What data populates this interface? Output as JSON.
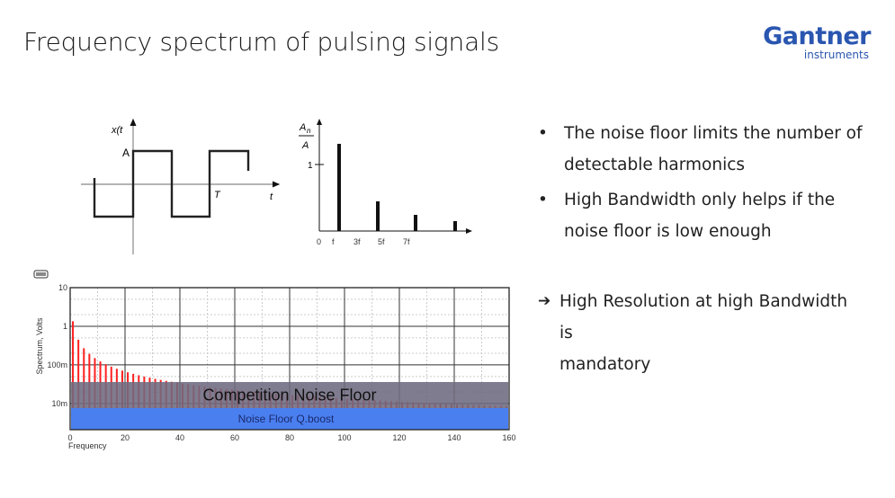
{
  "slide": {
    "title": "Frequency spectrum of pulsing signals",
    "logo": {
      "brand": "Gantner",
      "sub": "instruments",
      "color": "#2a56b0"
    }
  },
  "bullets": [
    {
      "marker": "•",
      "lines": [
        "The noise floor limits the number of",
        "detectable harmonics"
      ]
    },
    {
      "marker": "•",
      "lines": [
        "High Bandwidth only helps if the",
        "noise floor is low enough"
      ]
    }
  ],
  "conclusion": {
    "marker": "➔",
    "lines": [
      "High Resolution at high Bandwidth is",
      "mandatory"
    ]
  },
  "square_wave": {
    "y_label": "x(t",
    "amp_label": "A",
    "period_label": "T",
    "x_label": "t"
  },
  "ideal_spectrum": {
    "y_label_num": "A",
    "y_label_sub": "n",
    "y_label_den": "A",
    "y_tick": "1",
    "x_ticks": [
      "0",
      "f",
      "3f",
      "5f",
      "7f"
    ],
    "bars": [
      1.27,
      0.42,
      0.25,
      0.18
    ]
  },
  "chart_data": {
    "type": "bar",
    "title": "",
    "xlabel": "Frequency",
    "ylabel": "Spectrum, Volts",
    "xlim": [
      0,
      160
    ],
    "ylim": [
      0.0021,
      10
    ],
    "yscale": "log",
    "grid": true,
    "x_ticks": [
      "0",
      "20",
      "40",
      "60",
      "80",
      "100",
      "120",
      "140",
      "160"
    ],
    "x_tick_values": [
      0,
      20,
      40,
      60,
      80,
      100,
      120,
      140,
      160
    ],
    "y_ticks": [
      "10",
      "1",
      "100m",
      "10m"
    ],
    "y_tick_values": [
      10,
      1,
      0.1,
      0.01
    ],
    "series": [
      {
        "name": "harmonics",
        "color": "#ff2020",
        "x": [
          1,
          3,
          5,
          7,
          9,
          11,
          13,
          15,
          17,
          19,
          21,
          23,
          25,
          27,
          29,
          31,
          33,
          35,
          37,
          39,
          41,
          43,
          45,
          47,
          49,
          51,
          53,
          55,
          57,
          59,
          61,
          63,
          65,
          67,
          69,
          71,
          73,
          75,
          77,
          79,
          81,
          83,
          85,
          87,
          89,
          91,
          93,
          95,
          97,
          99,
          101,
          103,
          105,
          107,
          109,
          111,
          113,
          115,
          117,
          119,
          121,
          123,
          125,
          127,
          129,
          131,
          133,
          135,
          137,
          139,
          141,
          143,
          145,
          147,
          149,
          151,
          153,
          155,
          157,
          159
        ],
        "values": [
          1.35,
          0.45,
          0.27,
          0.193,
          0.15,
          0.123,
          0.104,
          0.09,
          0.0794,
          0.0711,
          0.0643,
          0.0587,
          0.054,
          0.05,
          0.0466,
          0.0435,
          0.0409,
          0.0386,
          0.0365,
          0.0346,
          0.0329,
          0.0314,
          0.03,
          0.0287,
          0.0276,
          0.0265,
          0.0255,
          0.0245,
          0.0237,
          0.0229,
          0.0221,
          0.0214,
          0.0208,
          0.0201,
          0.0196,
          0.019,
          0.0185,
          0.018,
          0.0175,
          0.0171,
          0.0167,
          0.0163,
          0.0159,
          0.0155,
          0.0152,
          0.0148,
          0.0145,
          0.0142,
          0.0139,
          0.0136,
          0.0134,
          0.0131,
          0.0129,
          0.0126,
          0.0124,
          0.0122,
          0.0119,
          0.0117,
          0.0115,
          0.0113,
          0.0112,
          0.011,
          0.0108,
          0.0106,
          0.0105,
          0.0103,
          0.0102,
          0.01,
          0.00985,
          0.00971,
          0.00957,
          0.00944,
          0.00931,
          0.00918,
          0.00906,
          0.00894,
          0.00882,
          0.00871,
          0.0086,
          0.00849
        ]
      }
    ],
    "bands": [
      {
        "name": "Competition Noise Floor",
        "from": 0.0076,
        "to": 0.036,
        "color": "#6e6a80"
      },
      {
        "name": "Noise Floor Q.boost",
        "from": 0.0021,
        "to": 0.0076,
        "color": "#4a7ff0"
      }
    ],
    "corner_icon": "chart-badge-icon"
  }
}
